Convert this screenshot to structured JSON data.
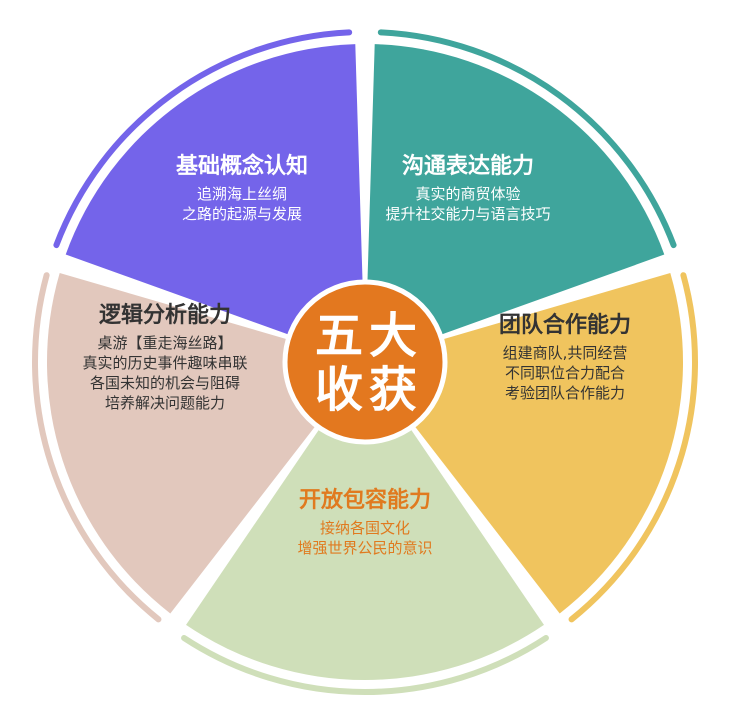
{
  "center": {
    "chars": [
      "五",
      "大",
      "收",
      "获"
    ],
    "color": "#e3781f"
  },
  "segments": [
    {
      "title": "沟通表达能力",
      "lines": [
        "真实的商贸体验",
        "提升社交能力与语言技巧"
      ],
      "color": "#3fa59c",
      "title_color": "#ffffff",
      "line_color": "#ffffff"
    },
    {
      "title": "团队合作能力",
      "lines": [
        "组建商队,共同经营",
        "不同职位合力配合",
        "考验团队合作能力"
      ],
      "color": "#f0c45e",
      "title_color": "#333333",
      "line_color": "#333333"
    },
    {
      "title": "开放包容能力",
      "lines": [
        "接纳各国文化",
        "增强世界公民的意识"
      ],
      "color": "#cfdfb9",
      "title_color": "#e07a1f",
      "line_color": "#e07a1f"
    },
    {
      "title": "逻辑分析能力",
      "lines": [
        "桌游【重走海丝路】",
        "真实的历史事件趣味串联",
        "各国未知的机会与阻碍",
        "培养解决问题能力"
      ],
      "color": "#e2c8bd",
      "title_color": "#333333",
      "line_color": "#333333"
    },
    {
      "title": "基础概念认知",
      "lines": [
        "追溯海上丝绸",
        "之路的起源与发展"
      ],
      "color": "#7464ea",
      "title_color": "#ffffff",
      "line_color": "#ffffff"
    }
  ]
}
